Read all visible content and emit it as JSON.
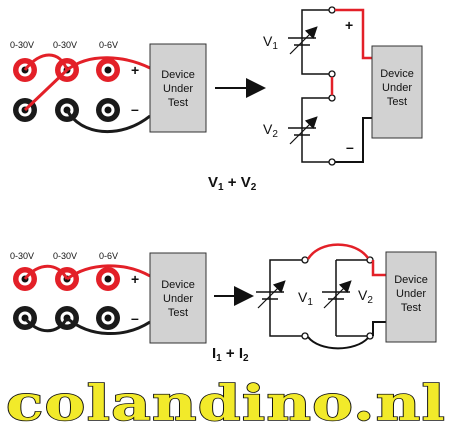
{
  "colors": {
    "red_wire": "#e32028",
    "black_wire": "#1a1a1a",
    "dut_fill": "#d2d2d2",
    "brand_yellow": "#f2ea2a"
  },
  "series_diagram": {
    "terminal_labels": [
      "0-30V",
      "0-30V",
      "0-6V"
    ],
    "plus_sign": "+",
    "minus_sign": "–",
    "dut_lines": [
      "Device",
      "Under",
      "Test"
    ],
    "arrow_icon": "right-arrow-icon",
    "schematic": {
      "v1_label": "V",
      "v1_sub": "1",
      "v2_label": "V",
      "v2_sub": "2",
      "plus_sign": "+",
      "minus_sign": "–",
      "dut_lines": [
        "Device",
        "Under",
        "Test"
      ]
    },
    "equation": {
      "a": "V",
      "a_sub": "1",
      "op": " + ",
      "b": "V",
      "b_sub": "2"
    }
  },
  "parallel_diagram": {
    "terminal_labels": [
      "0-30V",
      "0-30V",
      "0-6V"
    ],
    "plus_sign": "+",
    "minus_sign": "–",
    "dut_lines": [
      "Device",
      "Under",
      "Test"
    ],
    "arrow_icon": "right-arrow-icon",
    "schematic": {
      "v1_label": "V",
      "v1_sub": "1",
      "v2_label": "V",
      "v2_sub": "2",
      "dut_lines": [
        "Device",
        "Under",
        "Test"
      ]
    },
    "equation": {
      "a": "I",
      "a_sub": "1",
      "op": " + ",
      "b": "I",
      "b_sub": "2"
    }
  },
  "watermark": {
    "text": "colandino.nl"
  }
}
